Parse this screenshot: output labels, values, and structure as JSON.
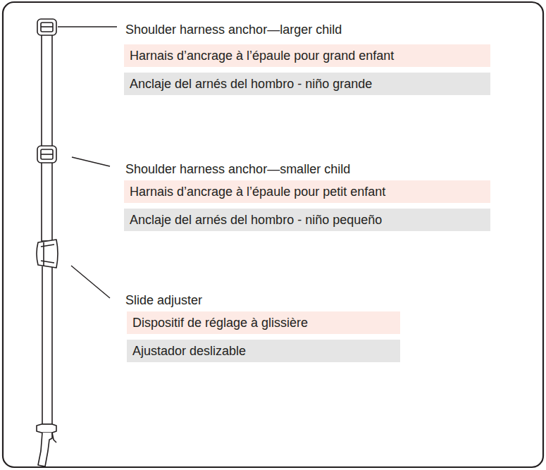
{
  "diagram": {
    "labels": [
      "Shoulder harness anchor—larger child",
      "Harnais d’ancrage à l’épaule pour grand enfant",
      "Anclaje del arnés del hombro - niño grande",
      "Shoulder harness anchor—smaller child",
      "Harnais d’ancrage à l’épaule pour petit enfant",
      "Anclaje del arnés del hombro - niño pequeño",
      "Slide adjuster",
      "Dispositif de réglage à glissière",
      "Ajustador deslizable"
    ]
  }
}
